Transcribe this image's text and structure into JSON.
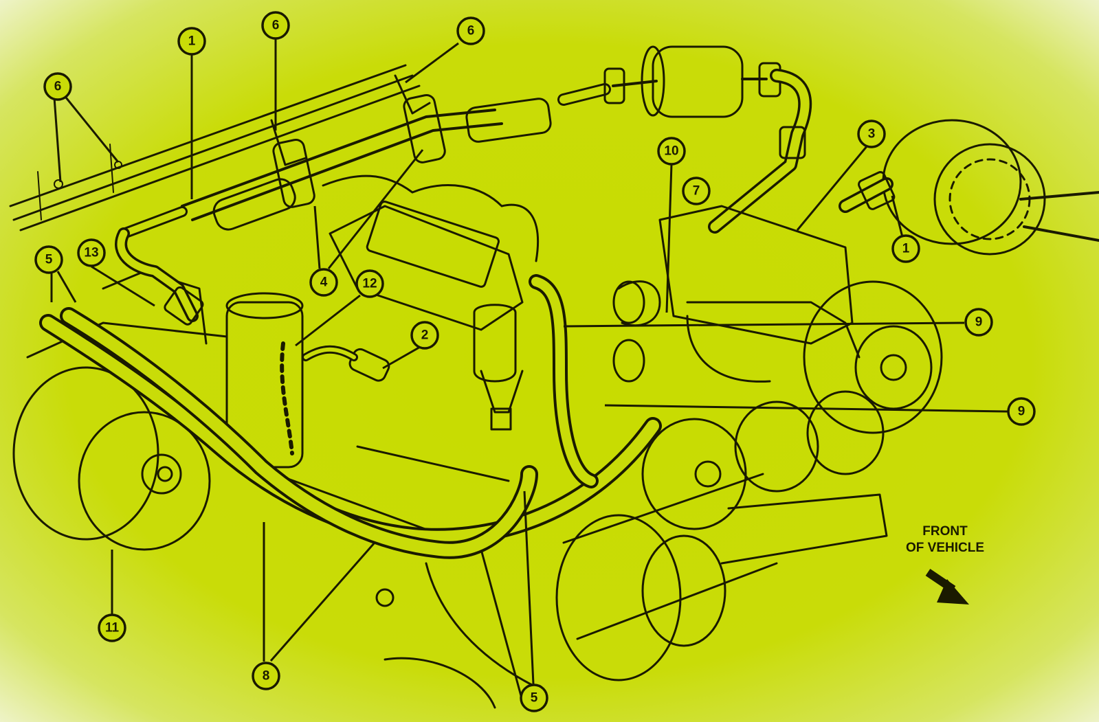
{
  "diagram": {
    "callouts": [
      {
        "id": "c1a",
        "label": "1"
      },
      {
        "id": "c1b",
        "label": "1"
      },
      {
        "id": "c2",
        "label": "2"
      },
      {
        "id": "c3",
        "label": "3"
      },
      {
        "id": "c4",
        "label": "4"
      },
      {
        "id": "c5a",
        "label": "5"
      },
      {
        "id": "c5b",
        "label": "5"
      },
      {
        "id": "c6a",
        "label": "6"
      },
      {
        "id": "c6b",
        "label": "6"
      },
      {
        "id": "c6c",
        "label": "6"
      },
      {
        "id": "c7",
        "label": "7"
      },
      {
        "id": "c8",
        "label": "8"
      },
      {
        "id": "c9a",
        "label": "9"
      },
      {
        "id": "c9b",
        "label": "9"
      },
      {
        "id": "c10",
        "label": "10"
      },
      {
        "id": "c11",
        "label": "11"
      },
      {
        "id": "c12",
        "label": "12"
      },
      {
        "id": "c13",
        "label": "13"
      }
    ],
    "orientation": {
      "line1": "FRONT",
      "line2": "OF VEHICLE",
      "icon": "arrow-down-right-icon"
    },
    "colors": {
      "background": "#c8dc00",
      "ink": "#1a1a00"
    }
  }
}
